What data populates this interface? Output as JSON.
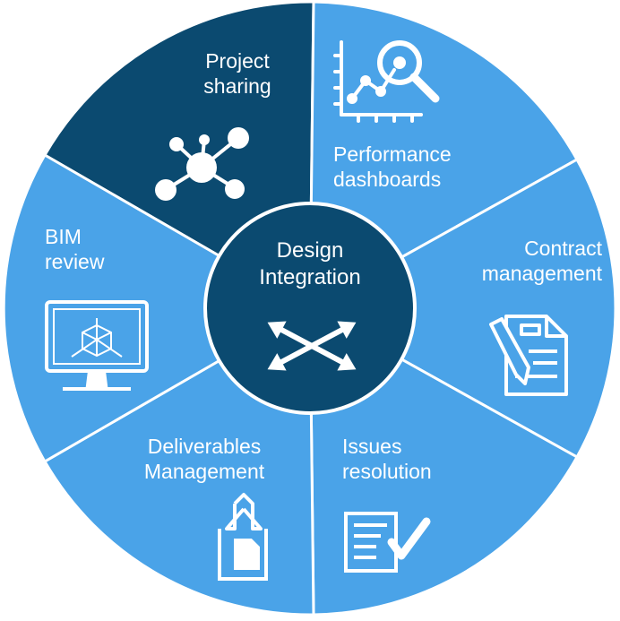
{
  "center": {
    "line1": "Design",
    "line2": "Integration",
    "icon": "four-arrows-icon"
  },
  "segments": [
    {
      "id": "project-sharing",
      "line1": "Project",
      "line2": "sharing",
      "icon": "network-nodes-icon",
      "color": "#0b4a70"
    },
    {
      "id": "performance-dashboards",
      "line1": "Performance",
      "line2": "dashboards",
      "icon": "chart-magnifier-icon",
      "color": "#4aa3e8"
    },
    {
      "id": "contract-management",
      "line1": "Contract",
      "line2": "management",
      "icon": "document-pen-icon",
      "color": "#4aa3e8"
    },
    {
      "id": "issues-resolution",
      "line1": "Issues",
      "line2": "resolution",
      "icon": "checklist-icon",
      "color": "#4aa3e8"
    },
    {
      "id": "deliverables-management",
      "line1": "Deliverables",
      "line2": "Management",
      "icon": "upload-document-icon",
      "color": "#4aa3e8"
    },
    {
      "id": "bim-review",
      "line1": "BIM",
      "line2": "review",
      "icon": "monitor-3d-icon",
      "color": "#4aa3e8"
    }
  ],
  "colors": {
    "dark": "#0b4a70",
    "light": "#4aa3e8",
    "stroke": "#ffffff"
  }
}
